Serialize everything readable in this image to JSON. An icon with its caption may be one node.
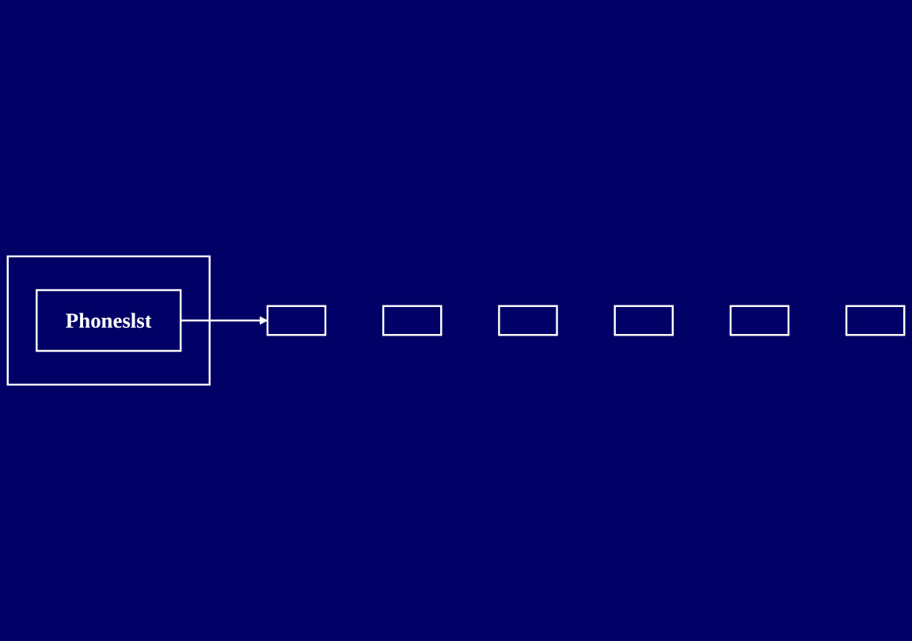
{
  "diagram": {
    "nodes": [
      {
        "text": [],
        "shape": "box"
      },
      {
        "text": [
          "Phoneslst"
        ],
        "in": 0
      },
      {
        "text": [],
        "shape": "box"
      },
      {
        "text": [],
        "shape": "box"
      },
      {
        "text": [],
        "shape": "box"
      },
      {
        "text": [],
        "shape": "box"
      },
      {
        "text": [],
        "shape": "box"
      },
      {
        "text": [],
        "shape": "box"
      }
    ],
    "edges": [
      {
        "from": 1,
        "to": 2,
        "arrow": "to"
      }
    ]
  }
}
